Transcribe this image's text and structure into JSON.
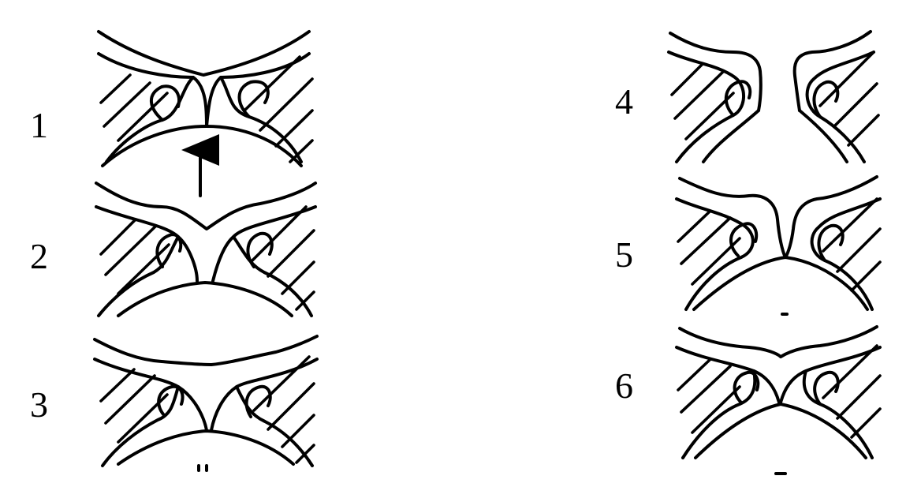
{
  "panels": [
    {
      "label": "1"
    },
    {
      "label": "2"
    },
    {
      "label": "3"
    },
    {
      "label": "4"
    },
    {
      "label": "5"
    },
    {
      "label": "6"
    }
  ],
  "colors": {
    "ink": "#000000",
    "background": "#ffffff"
  }
}
